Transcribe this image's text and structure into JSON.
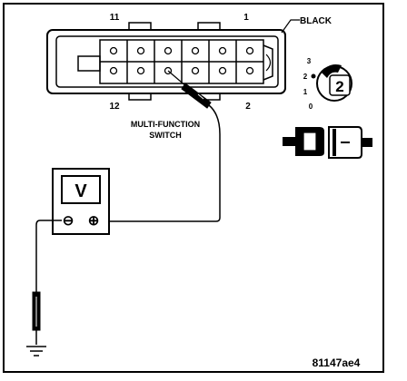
{
  "connector": {
    "color_label": "BLACK",
    "pin_top_left": "11",
    "pin_top_right": "1",
    "pin_bottom_left": "12",
    "pin_bottom_right": "2"
  },
  "component": {
    "name_line1": "MULTI-FUNCTION",
    "name_line2": "SWITCH"
  },
  "meter": {
    "display": "V",
    "neg_terminal": "⊖",
    "pos_terminal": "⊕"
  },
  "switch_positions": {
    "pos3": "3",
    "pos2": "2",
    "pos1": "1",
    "pos0": "0",
    "selected": "2"
  },
  "figure_code": "81147ae4",
  "colors": {
    "ink": "#000000",
    "paper": "#ffffff"
  }
}
